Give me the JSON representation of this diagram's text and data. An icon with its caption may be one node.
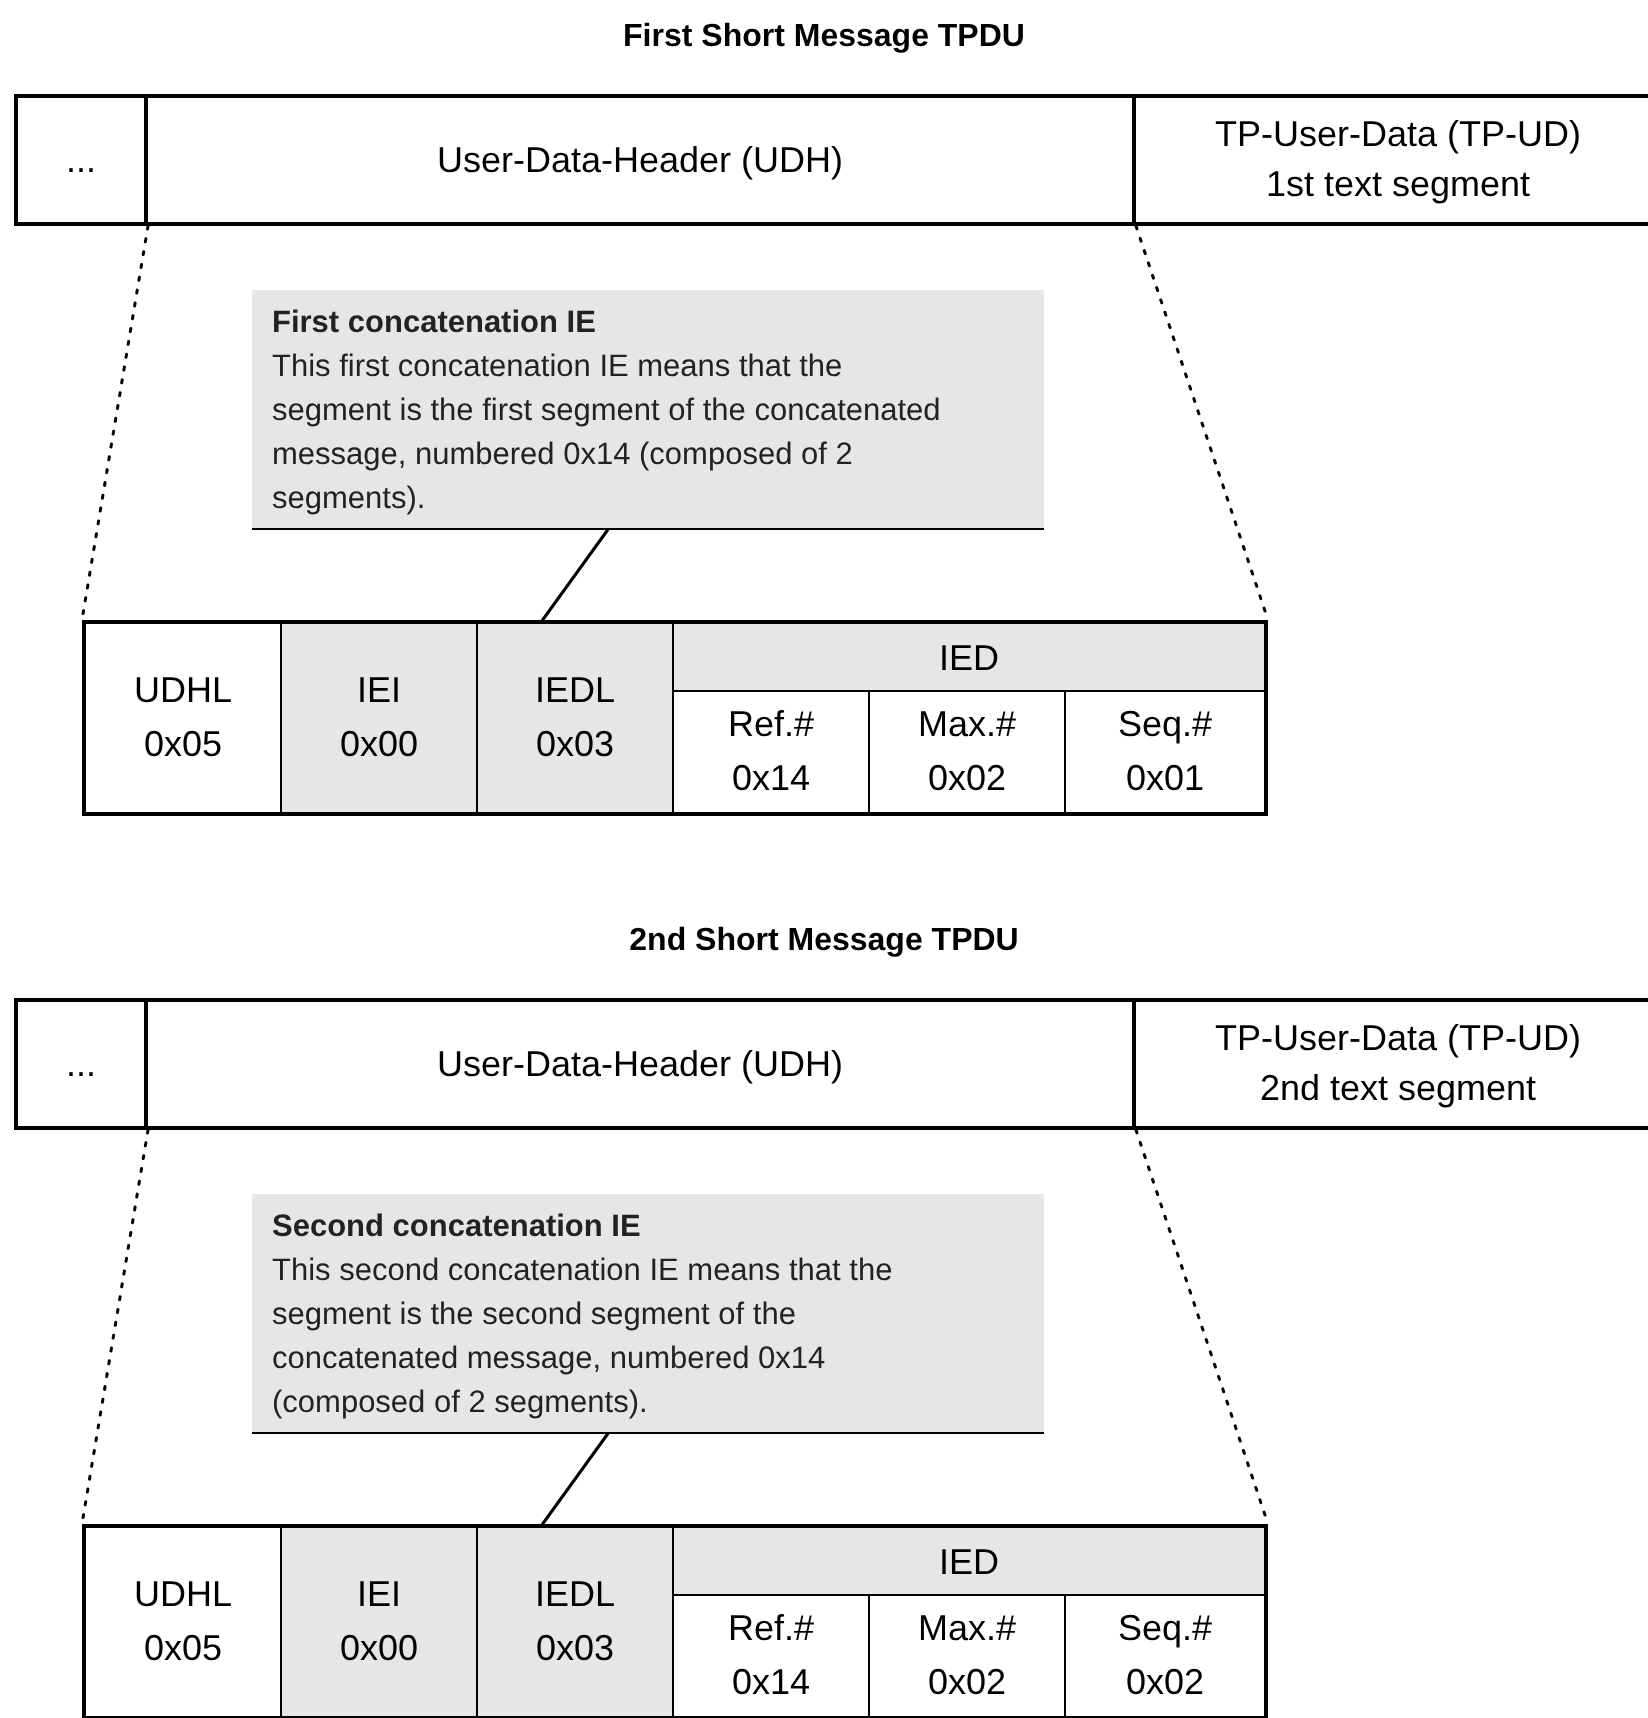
{
  "diagram": {
    "nodes": [
      {
        "text": [
          "..."
        ]
      },
      {
        "text": [
          "User-Data-Header (UDH)"
        ]
      },
      {
        "text": [
          "TP-User-Data (TP-UD)",
          "1st text segment"
        ]
      },
      {
        "text": [
          "First concatenation IE",
          "This first concatenation IE means that the segment is the first segment of the concatenated message, numbered 0x14 (composed of 2 segments)."
        ]
      },
      {
        "text": [],
        "shape": "box"
      },
      {
        "text": [
          "UDHL",
          "0x05"
        ],
        "in": 4
      },
      {
        "text": [
          "IEI",
          "0x00"
        ],
        "in": 4
      },
      {
        "text": [
          "IEDL",
          "0x03"
        ],
        "in": 4
      },
      {
        "text": [
          "IED"
        ],
        "in": 4
      },
      {
        "text": [
          "Ref.#",
          "0x14"
        ],
        "in": 8
      },
      {
        "text": [
          "Max.#",
          "0x02"
        ],
        "in": 8
      },
      {
        "text": [
          "Seq.#",
          "0x01"
        ],
        "in": 8
      },
      {
        "text": [
          "..."
        ]
      },
      {
        "text": [
          "User-Data-Header (UDH)"
        ]
      },
      {
        "text": [
          "TP-User-Data (TP-UD)",
          "2nd text segment"
        ]
      },
      {
        "text": [
          "Second concatenation IE",
          "This second concatenation IE means that the segment is the second segment of the concatenated message, numbered 0x14 (composed of 2 segments)."
        ]
      },
      {
        "text": [],
        "shape": "box"
      },
      {
        "text": [
          "UDHL",
          "0x05"
        ],
        "in": 16
      },
      {
        "text": [
          "IEI",
          "0x00"
        ],
        "in": 16
      },
      {
        "text": [
          "IEDL",
          "0x03"
        ],
        "in": 16
      },
      {
        "text": [
          "IED"
        ],
        "in": 16
      },
      {
        "text": [
          "Ref.#",
          "0x14"
        ],
        "in": 20
      },
      {
        "text": [
          "Max.#",
          "0x02"
        ],
        "in": 20
      },
      {
        "text": [
          "Seq.#",
          "0x02"
        ],
        "in": 20
      }
    ],
    "edges": [
      {
        "from": 3,
        "to": 7,
        "arrow": "none"
      },
      {
        "from": 1,
        "to": 4,
        "arrow": "none",
        "style": "dashed"
      },
      {
        "from": 1,
        "to": 4,
        "arrow": "none",
        "style": "dashed"
      },
      {
        "from": 15,
        "to": 19,
        "arrow": "none"
      },
      {
        "from": 13,
        "to": 16,
        "arrow": "none",
        "style": "dashed"
      },
      {
        "from": 13,
        "to": 16,
        "arrow": "none",
        "style": "dashed"
      }
    ],
    "labels": [
      "First Short Message TPDU",
      "2nd Short Message TPDU"
    ]
  }
}
